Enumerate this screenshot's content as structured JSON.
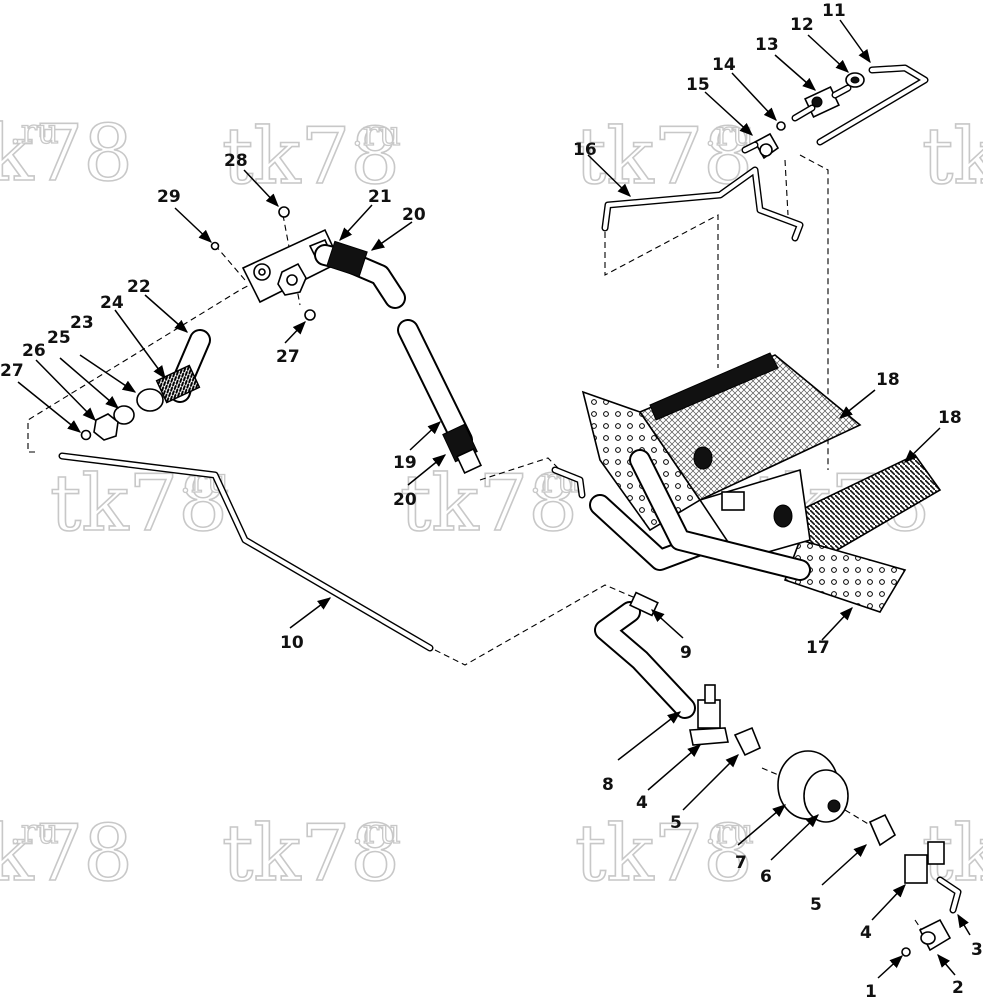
{
  "watermark": {
    "text": "tk78",
    "suffix": ".ru"
  },
  "callouts": {
    "c1": "1",
    "c2": "2",
    "c3": "3",
    "c4a": "4",
    "c4b": "4",
    "c5a": "5",
    "c5b": "5",
    "c6": "6",
    "c7": "7",
    "c8": "8",
    "c9": "9",
    "c10": "10",
    "c11": "11",
    "c12": "12",
    "c13": "13",
    "c14": "14",
    "c15": "15",
    "c16": "16",
    "c17": "17",
    "c18a": "18",
    "c18b": "18",
    "c19": "19",
    "c20a": "20",
    "c20b": "20",
    "c21": "21",
    "c22": "22",
    "c23": "23",
    "c24": "24",
    "c25": "25",
    "c26": "26",
    "c27a": "27",
    "c27b": "27",
    "c28": "28",
    "c29": "29"
  }
}
